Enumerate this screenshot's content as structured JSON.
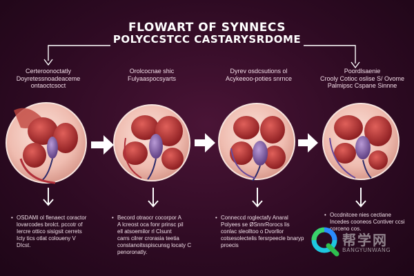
{
  "title": {
    "line1": "FLOWART OF SYNNECS",
    "line2": "POLYCCSTCC CASTARYSRDOME"
  },
  "stages": [
    {
      "caption": [
        "Certeroonoctatly",
        "Doyretessnoadeaceme",
        "ontaoctcsoct"
      ],
      "note": [
        "OSDAMI ol flenaect coractor",
        "lovarcodes brolct. pccotr of",
        "Iercre ottico sisigsit cerrets",
        "Icty tics otlat coloueny V",
        "DIcst."
      ]
    },
    {
      "caption": [
        "Orolcocnae shic",
        "Fulyaaspocsyarts"
      ],
      "note": [
        "Becord otraocr cocorpor A",
        "A lcreost oca fonr prinsc pil",
        "ell atsoemilor rl Clsunt",
        "carrs cilrer crorasia teetia",
        "constanoitsspiscunsg locaty C",
        "penoronatly."
      ]
    },
    {
      "caption": [
        "Dyrev osdcsutions ol",
        "Acykeeoo-poties snrnce"
      ],
      "note": [
        "Conneccd roglectafy Anaral",
        "Polyees se ØSnnrRorocs lis",
        "conlac sleolltoo o Dvorllor",
        "cotsesolectelis fersrpeecle bnaryp",
        "proecis"
      ]
    },
    {
      "caption": [
        "Poordlsaenie",
        "Crooly Cotioc oslise S/ Ovome",
        "Palmipsc Cspane Sinnne"
      ],
      "note": [
        "Occdnitcee nies cectiane",
        "Incedes cooneos Contiver ccsi",
        "corceno cos."
      ]
    }
  ],
  "watermark": {
    "logo_letter": "Q",
    "cn_text": "帮学网",
    "en_text": "BANGYUNWANG"
  },
  "colors": {
    "background": "#2d0a22",
    "circle_fill": "#f2c8bd",
    "organ_red": "#b8332e",
    "uterus_purple": "#7a5a9c",
    "arrow_white": "#ffffff"
  }
}
